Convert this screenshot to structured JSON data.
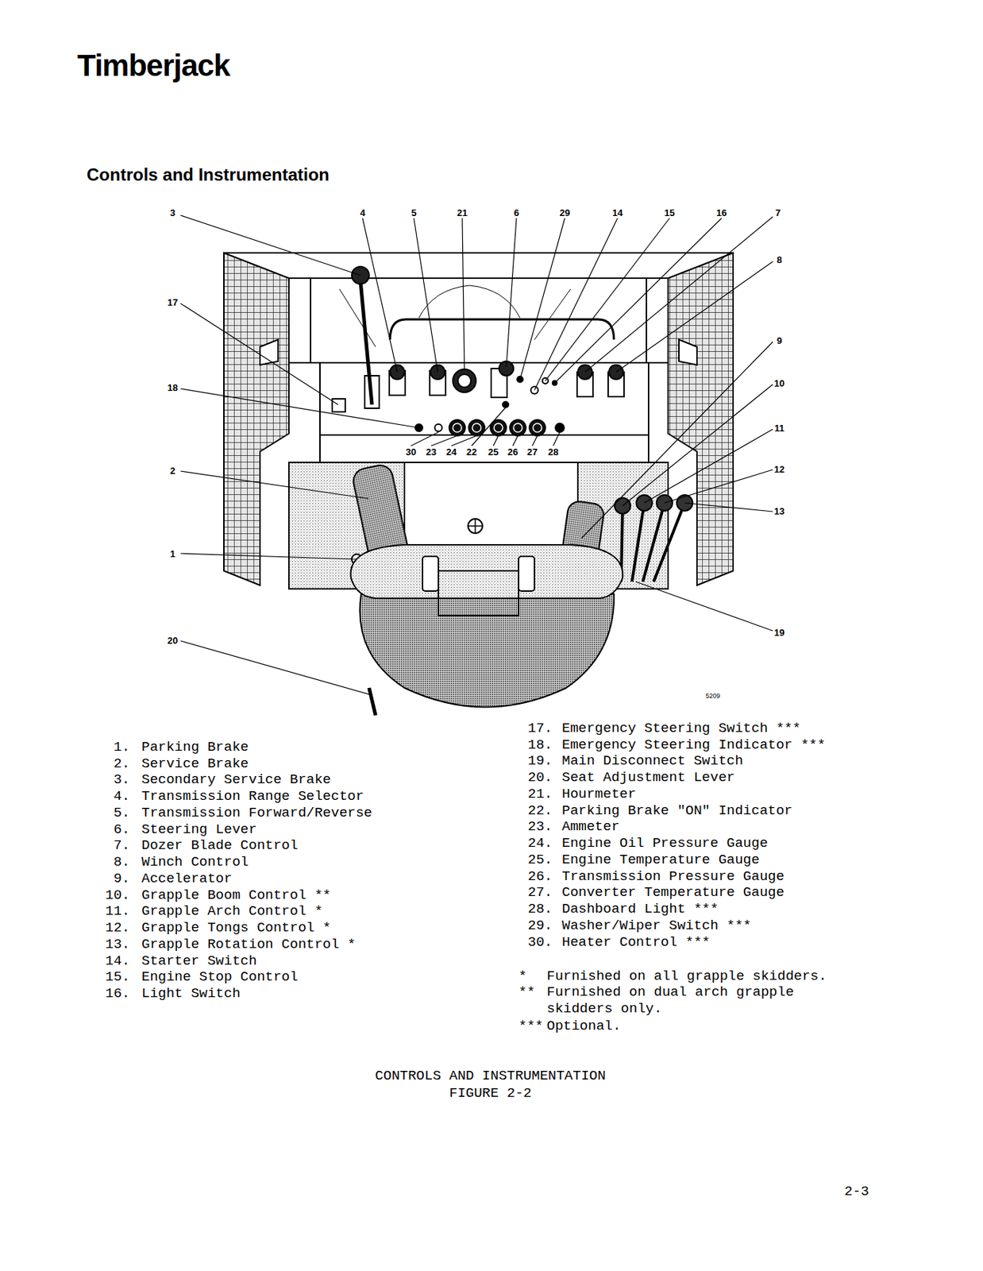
{
  "diagram": {
    "title": "Controls and Instrumentation",
    "caption": "CONTROLS AND INSTRUMENTATION FIGURE 2-2",
    "labels": [
      "Timberjack",
      "3",
      "4",
      "5",
      "21",
      "6",
      "29",
      "14",
      "15",
      "16",
      "7",
      "8",
      "9",
      "10",
      "11",
      "12",
      "13",
      "19",
      "17",
      "18",
      "2",
      "1",
      "20",
      "30",
      "23",
      "24",
      "22",
      "25",
      "26",
      "27",
      "28",
      "5209",
      "1.",
      "Parking Brake",
      "2.",
      "Service Brake",
      "3.",
      "Secondary Service Brake",
      "4.",
      "Transmission Range Selector",
      "5.",
      "Transmission Forward/Reverse",
      "6.",
      "Steering Lever",
      "7.",
      "Dozer Blade Control",
      "8.",
      "Winch Control",
      "9.",
      "Accelerator",
      "10.",
      "Grapple Boom Control **",
      "11.",
      "Grapple Arch Control *",
      "12.",
      "Grapple Tongs Control *",
      "13.",
      "Grapple Rotation Control *",
      "14.",
      "Starter Switch",
      "15.",
      "Engine Stop Control",
      "16.",
      "Light Switch",
      "17.",
      "Emergency Steering Switch ***",
      "18.",
      "Emergency Steering Indicator ***",
      "19.",
      "Main Disconnect Switch",
      "20.",
      "Seat Adjustment Lever",
      "21.",
      "Hourmeter",
      "22.",
      "Parking Brake \"ON\" Indicator",
      "23.",
      "Ammeter",
      "24.",
      "Engine Oil Pressure Gauge",
      "25.",
      "Engine Temperature Gauge",
      "26.",
      "Transmission Pressure Gauge",
      "27.",
      "Converter Temperature Gauge",
      "28.",
      "Dashboard Light ***",
      "29.",
      "Washer/Wiper Switch ***",
      "30.",
      "Heater Control ***",
      "*",
      "Furnished on all grapple skidders.",
      "**",
      "Furnished on dual arch grapple skidders only.",
      "***",
      "Optional.",
      "2-3"
    ]
  }
}
